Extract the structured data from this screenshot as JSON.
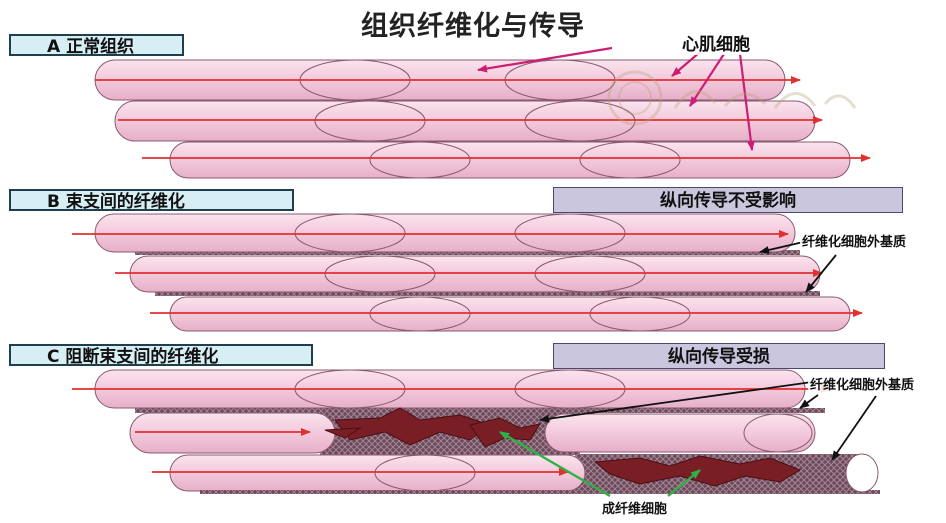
{
  "title": "组织纤维化与传导",
  "panels": {
    "a": {
      "label": "A  正常组织",
      "annotation": "心肌细胞"
    },
    "b": {
      "label": "B  束支间的纤维化",
      "status": "纵向传导不受影响",
      "annotation": "纤维化细胞外基质"
    },
    "c": {
      "label": "C  阻断束支间的纤维化",
      "status": "纵向传导受损",
      "annotation_matrix": "纤维化细胞外基质",
      "annotation_fibroblast": "成纤维细胞"
    }
  },
  "colors": {
    "cell_fill": "#f3c9dc",
    "cell_stroke": "#8a5870",
    "arrow_red": "#e03030",
    "pointer_magenta": "#cc1f73",
    "pointer_green": "#2db24a",
    "fibroblast": "#7a1e26",
    "label_bg": "#d6eef4",
    "status_bg": "#c9c6dd"
  }
}
